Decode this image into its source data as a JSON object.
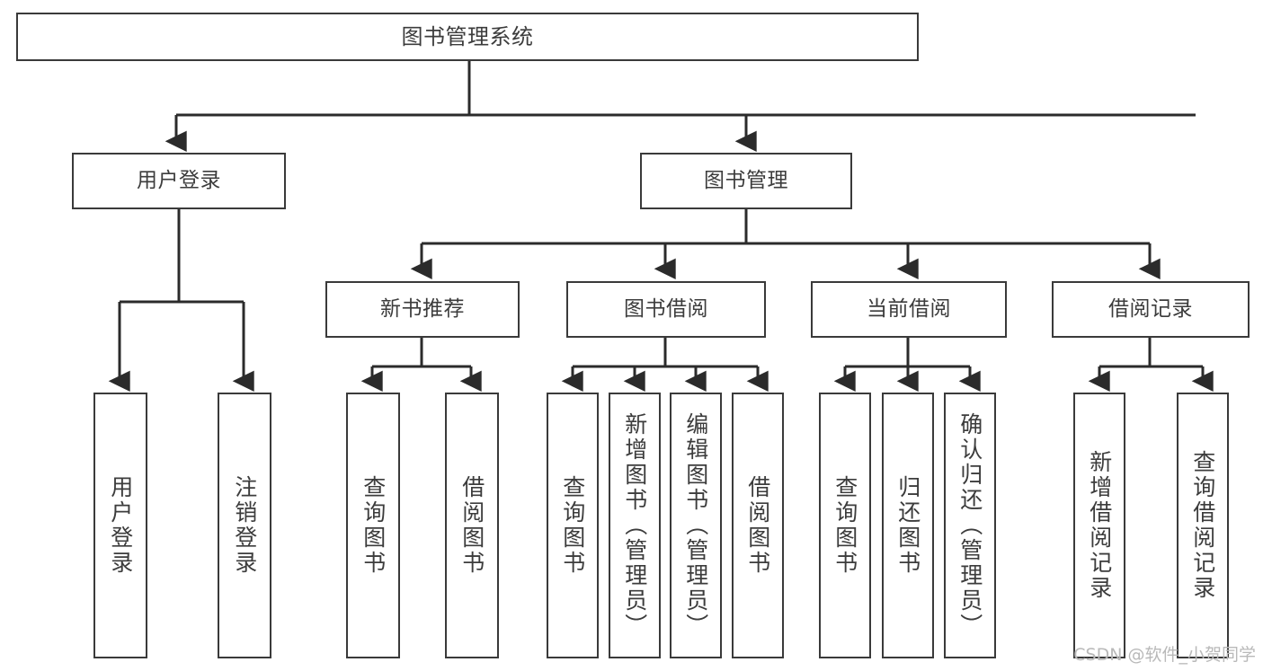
{
  "diagram": {
    "title": "图书管理系统",
    "type": "tree",
    "orientation": "top-down",
    "watermark": "CSDN @软件_小贺同学",
    "colors": {
      "box_border": "#3a3a3a",
      "box_fill": "#ffffff",
      "connector": "#2b2b2b",
      "text": "#3c3c3c",
      "watermark": "#b9b9b9",
      "background": "#ffffff"
    },
    "root": {
      "id": "root",
      "label": "图书管理系统",
      "level": 0
    },
    "level2": [
      {
        "id": "user-login",
        "label": "用户登录",
        "level": 1
      },
      {
        "id": "book-management",
        "label": "图书管理",
        "level": 1
      }
    ],
    "level3": [
      {
        "id": "new-book-recommend",
        "label": "新书推荐",
        "level": 2,
        "parent": "book-management"
      },
      {
        "id": "book-borrow",
        "label": "图书借阅",
        "level": 2,
        "parent": "book-management"
      },
      {
        "id": "current-borrow",
        "label": "当前借阅",
        "level": 2,
        "parent": "book-management"
      },
      {
        "id": "borrow-record",
        "label": "借阅记录",
        "level": 2,
        "parent": "book-management"
      }
    ],
    "leaves": [
      {
        "id": "leaf-user-login",
        "label": "用户登录",
        "parent": "user-login"
      },
      {
        "id": "leaf-user-logout",
        "label": "注销登录",
        "parent": "user-login"
      },
      {
        "id": "leaf-query-book-recommend",
        "label": "查询图书",
        "parent": "new-book-recommend"
      },
      {
        "id": "leaf-borrow-book-recommend",
        "label": "借阅图书",
        "parent": "new-book-recommend"
      },
      {
        "id": "leaf-query-book-borrow",
        "label": "查询图书",
        "parent": "book-borrow"
      },
      {
        "id": "leaf-add-book",
        "label": "新增图书（管理员）",
        "parent": "book-borrow"
      },
      {
        "id": "leaf-edit-book",
        "label": "编辑图书（管理员）",
        "parent": "book-borrow"
      },
      {
        "id": "leaf-borrow-book",
        "label": "借阅图书",
        "parent": "book-borrow"
      },
      {
        "id": "leaf-query-book-current",
        "label": "查询图书",
        "parent": "current-borrow"
      },
      {
        "id": "leaf-return-book",
        "label": "归还图书",
        "parent": "current-borrow"
      },
      {
        "id": "leaf-confirm-return",
        "label": "确认归还（管理员）",
        "parent": "current-borrow"
      },
      {
        "id": "leaf-add-record",
        "label": "新增借阅记录",
        "parent": "borrow-record"
      },
      {
        "id": "leaf-query-record",
        "label": "查询借阅记录",
        "parent": "borrow-record"
      }
    ]
  }
}
